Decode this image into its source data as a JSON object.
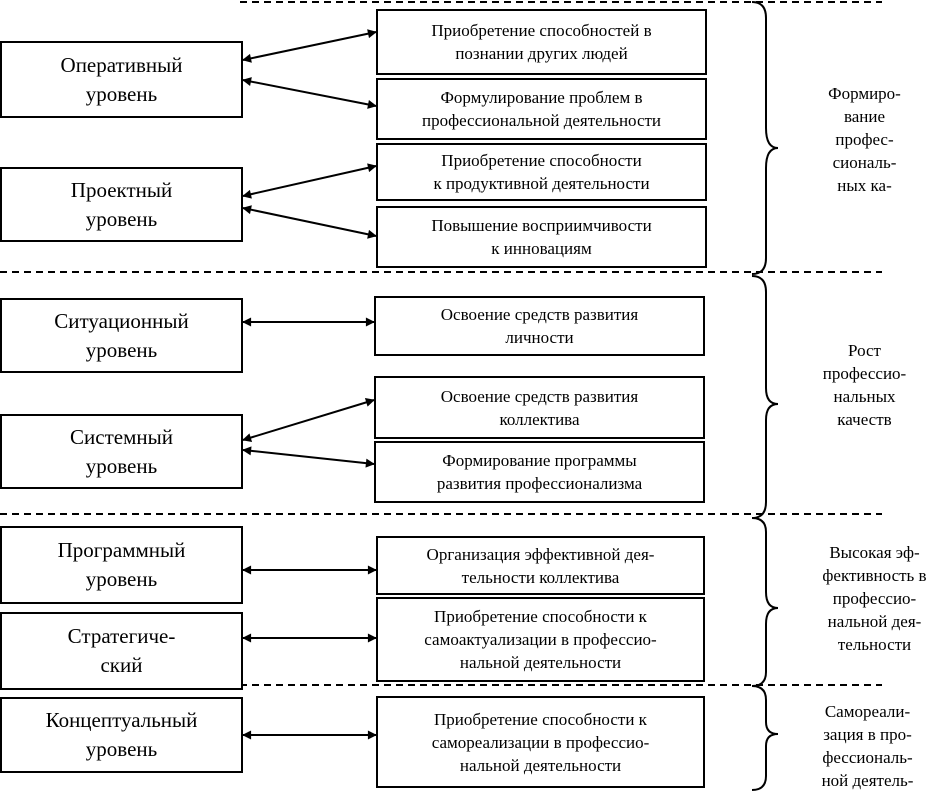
{
  "levels": [
    {
      "label": "Оперативный\nуровень"
    },
    {
      "label": "Проектный\nуровень"
    },
    {
      "label": "Ситуационный\nуровень"
    },
    {
      "label": "Системный\nуровень"
    },
    {
      "label": "Программный\nуровень"
    },
    {
      "label": "Стратегиче-\nский"
    },
    {
      "label": "Концептуальный\nуровень"
    }
  ],
  "results": [
    {
      "label": "Приобретение способностей в\nпознании других людей"
    },
    {
      "label": "Формулирование проблем в\nпрофессиональной деятельности"
    },
    {
      "label": "Приобретение способности\nк продуктивной деятельности"
    },
    {
      "label": "Повышение восприимчивости\nк инновациям"
    },
    {
      "label": "Освоение средств развития\nличности"
    },
    {
      "label": "Освоение средств развития\nколлектива"
    },
    {
      "label": "Формирование программы\nразвития профессионализма"
    },
    {
      "label": "Организация эффективной дея-\nтельности коллектива"
    },
    {
      "label": "Приобретение способности к\nсамоактуализации в профессио-\nнальной деятельности"
    },
    {
      "label": "Приобретение способности к\nсамореализации в профессио-\nнальной деятельности"
    }
  ],
  "goals": [
    {
      "label": "Формиро-\nвание\nпрофес-\nсиональ-\nных ка-"
    },
    {
      "label": "Рост\nпрофессио-\nнальных\nкачеств"
    },
    {
      "label": "Высокая эф-\nфективность в\nпрофессио-\nнальной дея-\nтельности"
    },
    {
      "label": "Самореали-\nзация в про-\nфессиональ-\nной деятель-"
    }
  ]
}
